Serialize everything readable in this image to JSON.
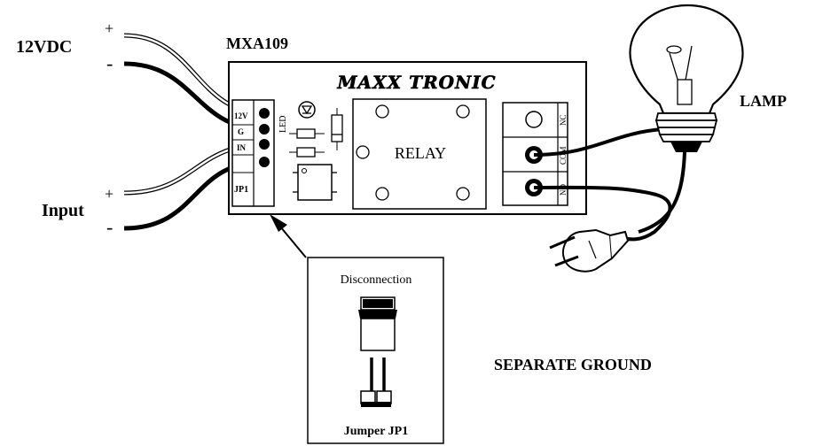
{
  "labels": {
    "supply": "12VDC",
    "supply_plus": "+",
    "supply_minus": "-",
    "input": "Input",
    "input_plus": "+",
    "input_minus": "-",
    "model": "MXA109",
    "brand": "MAXX TRONIC",
    "lamp": "LAMP",
    "separate_ground": "SEPARATE GROUND"
  },
  "board": {
    "terminal_left": [
      "12V",
      "G",
      "IN",
      "JP1"
    ],
    "led_label": "LED",
    "relay_label": "RELAY",
    "terminal_right": [
      "NC",
      "COM",
      "NO"
    ]
  },
  "callout": {
    "title": "Disconnection",
    "caption": "Jumper JP1"
  }
}
